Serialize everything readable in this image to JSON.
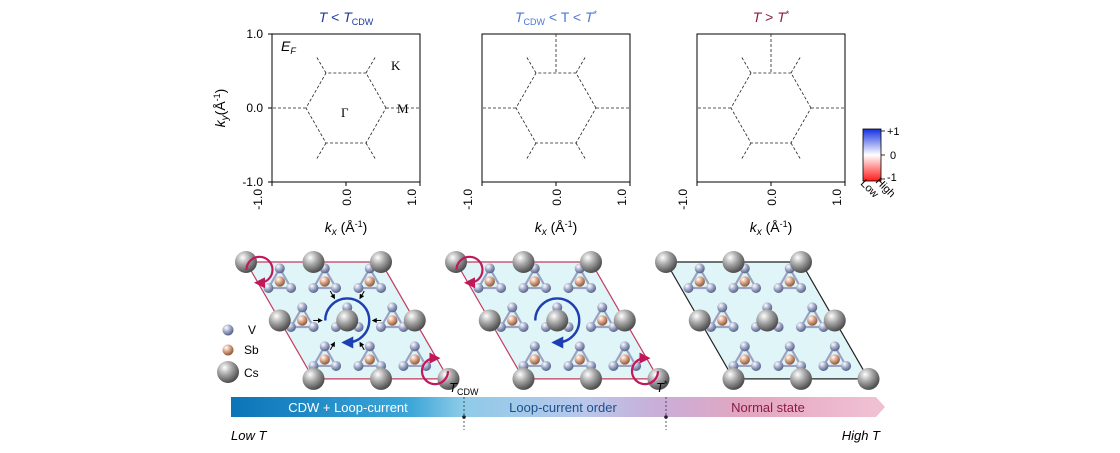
{
  "panels": [
    {
      "title_main": "T",
      "title_rel": " < ",
      "title_sym": "T",
      "title_sub": "CDW",
      "color": "#1d3a9c"
    },
    {
      "title_main": "T",
      "title_sub": "CDW",
      "title_rel": " < T < ",
      "title_sym": "T",
      "title_sup": "*",
      "color": "#4a78d8"
    },
    {
      "title_main": "T",
      "title_rel": " > ",
      "title_sym": "T",
      "title_sup": "*",
      "color": "#8b1a46"
    }
  ],
  "map_labels": {
    "ef": "E",
    "ef_sub": "F",
    "K": "K",
    "M": "M",
    "Gamma": "Γ"
  },
  "axes": {
    "y_label": "k",
    "y_sub": "y",
    "y_unit": "(Å",
    "y_unit_sup": "-1",
    "y_unit_close": ")",
    "x_label": "k",
    "x_sub": "x",
    "x_unit": " (Å",
    "x_unit_sup": "-1",
    "x_unit_close": ")",
    "y_ticks": [
      "1.0",
      "0.0",
      "-1.0"
    ],
    "x_ticks": [
      "-1.0",
      "0.0",
      "1.0"
    ]
  },
  "colorbar": {
    "ticks": [
      "+1",
      "0",
      "-1"
    ],
    "low": "Low",
    "high": "High"
  },
  "legend": [
    {
      "label": "V",
      "color": "#8c96b8"
    },
    {
      "label": "Sb",
      "color": "#c98a6a"
    },
    {
      "label": "Cs",
      "color": "#8a8a8a"
    }
  ],
  "phase_bar": {
    "segments": [
      "CDW + Loop-current",
      "Loop-current order",
      "Normal state"
    ],
    "markers": [
      {
        "main": "T",
        "sub": "CDW"
      },
      {
        "main": "T",
        "sup": "*"
      }
    ],
    "low": "Low T",
    "high": "High T"
  },
  "colors": {
    "blue": "#1d3fb3",
    "red": "#d62020",
    "magenta": "#c2185b",
    "cyan": "#dff5f7",
    "lattice": "#c43a5c"
  }
}
